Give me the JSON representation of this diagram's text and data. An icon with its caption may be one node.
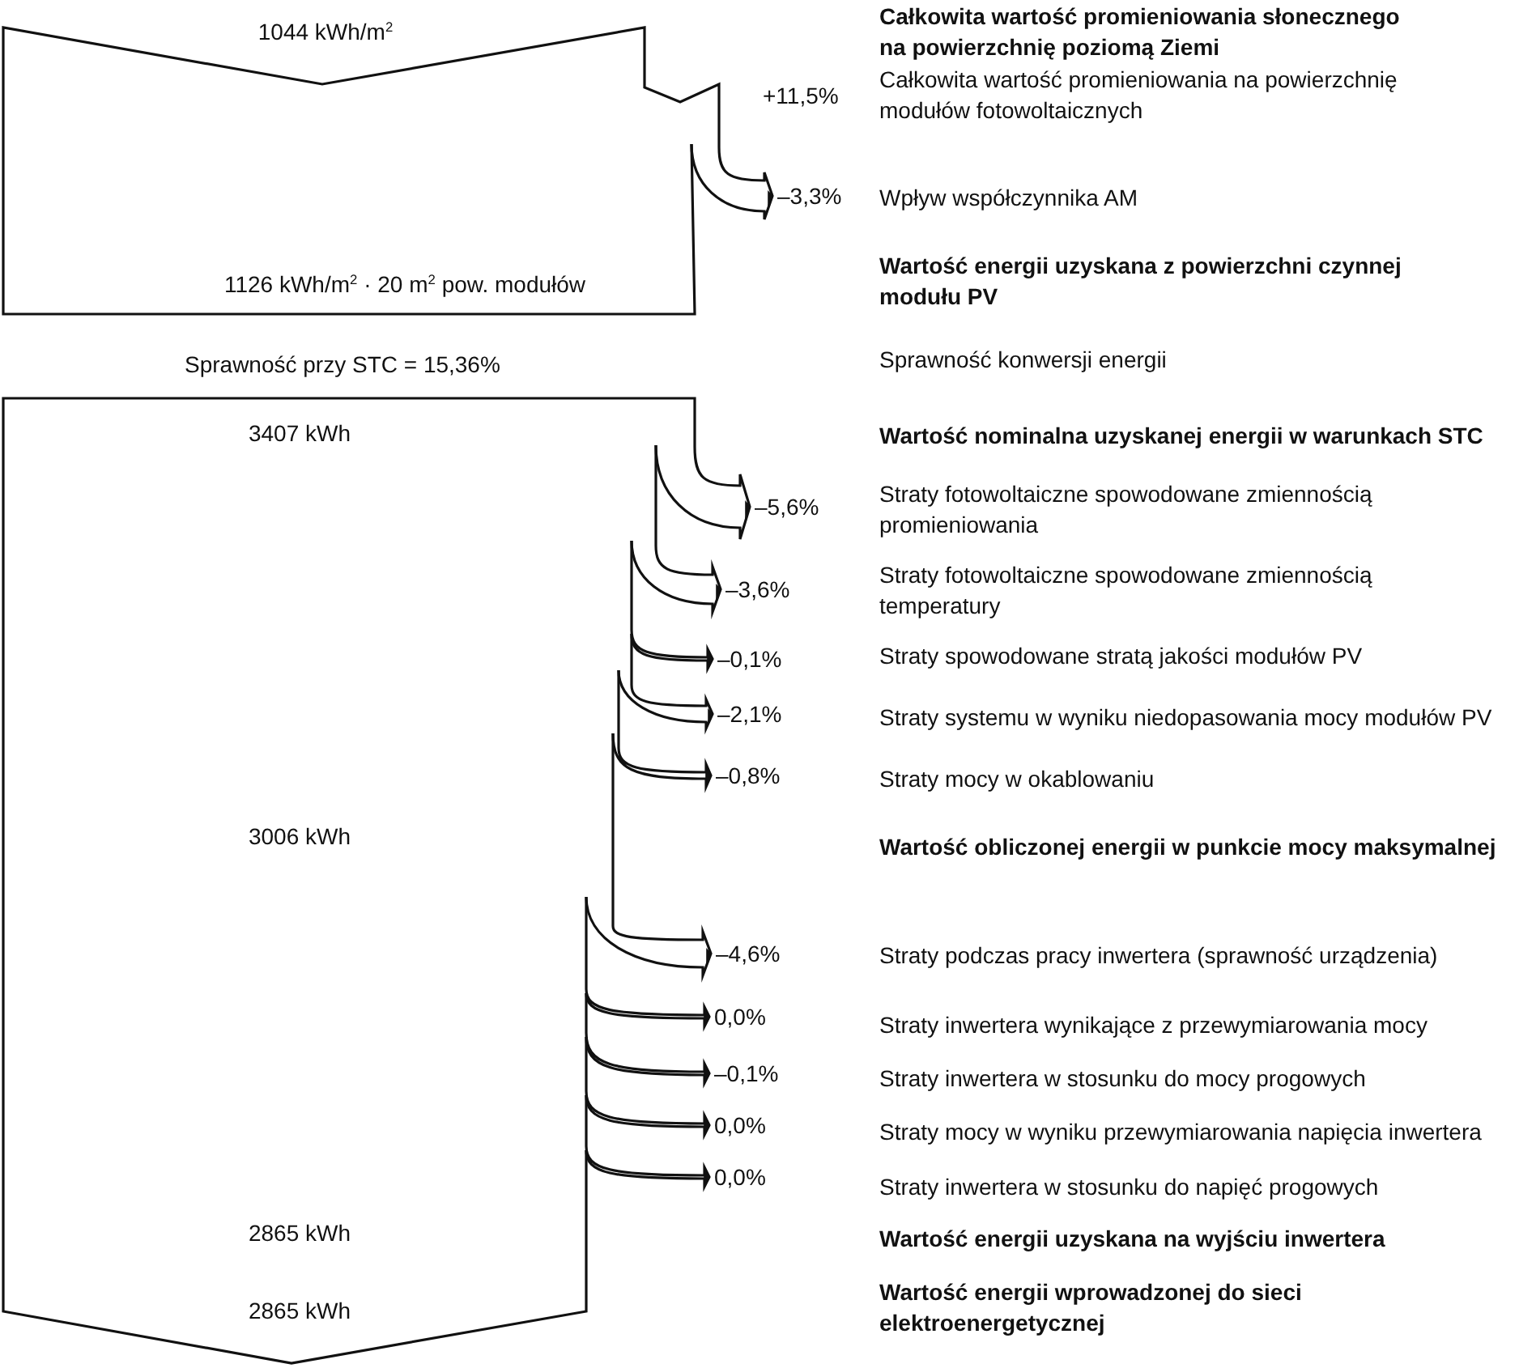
{
  "diagram": {
    "nodes": [
      {
        "text": [
          "1044 kWh/m$^{2}$",
          "1126 kWh/m$^{2}$ · 20 m$^{2}$ pow. modułów"
        ]
      },
      {
        "text": [
          "–3,3%"
        ]
      },
      {
        "text": [
          "3407 kWh",
          "3006 kWh",
          "2865 kWh",
          "2865 kWh"
        ]
      },
      {
        "text": [
          "–5,6%"
        ]
      },
      {
        "text": [
          "–3,6%"
        ]
      },
      {
        "text": [
          "–0,1%"
        ]
      },
      {
        "text": [
          "–2,1%"
        ]
      },
      {
        "text": [
          "–0,8%"
        ]
      },
      {
        "text": [
          "–4,6%"
        ]
      },
      {
        "text": [
          "0,0%"
        ]
      },
      {
        "text": [
          "–0,1%"
        ]
      },
      {
        "text": [
          "0,0%"
        ]
      },
      {
        "text": [
          "0,0%"
        ]
      }
    ],
    "edges": [
      {
        "from": 0,
        "to": 1,
        "arrow": "to"
      },
      {
        "from": 2,
        "to": 3,
        "arrow": "to"
      },
      {
        "from": 2,
        "to": 4,
        "arrow": "to"
      },
      {
        "from": 2,
        "to": 5,
        "arrow": "to"
      },
      {
        "from": 2,
        "to": 6,
        "arrow": "to"
      },
      {
        "from": 2,
        "to": 7,
        "arrow": "to"
      },
      {
        "from": 2,
        "to": 8,
        "arrow": "to"
      },
      {
        "from": 2,
        "to": 9,
        "arrow": "to"
      },
      {
        "from": 2,
        "to": 10,
        "arrow": "to"
      },
      {
        "from": 2,
        "to": 11,
        "arrow": "to"
      },
      {
        "from": 2,
        "to": 12,
        "arrow": "to"
      }
    ],
    "labels": [
      "Całkowita wartość promieniowania słonecznego na powierzchnię poziomą Ziemi",
      "+11,5%",
      "Całkowita wartość promieniowania na powierzchnię modułów fotowoltaicznych",
      "Wpływ współczynnika AM",
      "Wartość energii uzyskana z powierzchni czynnej modułu PV",
      "Sprawność przy STC = 15,36%",
      "Sprawność konwersji energii",
      "Wartość nominalna uzyskanej energii w warunkach STC",
      "Straty fotowoltaiczne spowodowane zmiennością promieniowania",
      "Straty fotowoltaiczne spowodowane zmiennością temperatury",
      "Straty spowodowane stratą jakości modułów PV",
      "Straty systemu w wyniku niedopasowania mocy modułów PV",
      "Straty mocy w okablowaniu",
      "Wartość obliczonej energii w punkcie mocy maksymalnej",
      "Straty podczas pracy inwertera (sprawność urządzenia)",
      "Straty inwertera wynikające z przewymiarowania mocy",
      "Straty inwertera w stosunku do mocy progowych",
      "Straty mocy w wyniku przewymiarowania napięcia inwertera",
      "Straty inwertera w stosunku do napięć progowych",
      "Wartość energii uzyskana na wyjściu inwertera",
      "Wartość energii wprowadzonej do sieci elektroenergetycznej"
    ]
  }
}
